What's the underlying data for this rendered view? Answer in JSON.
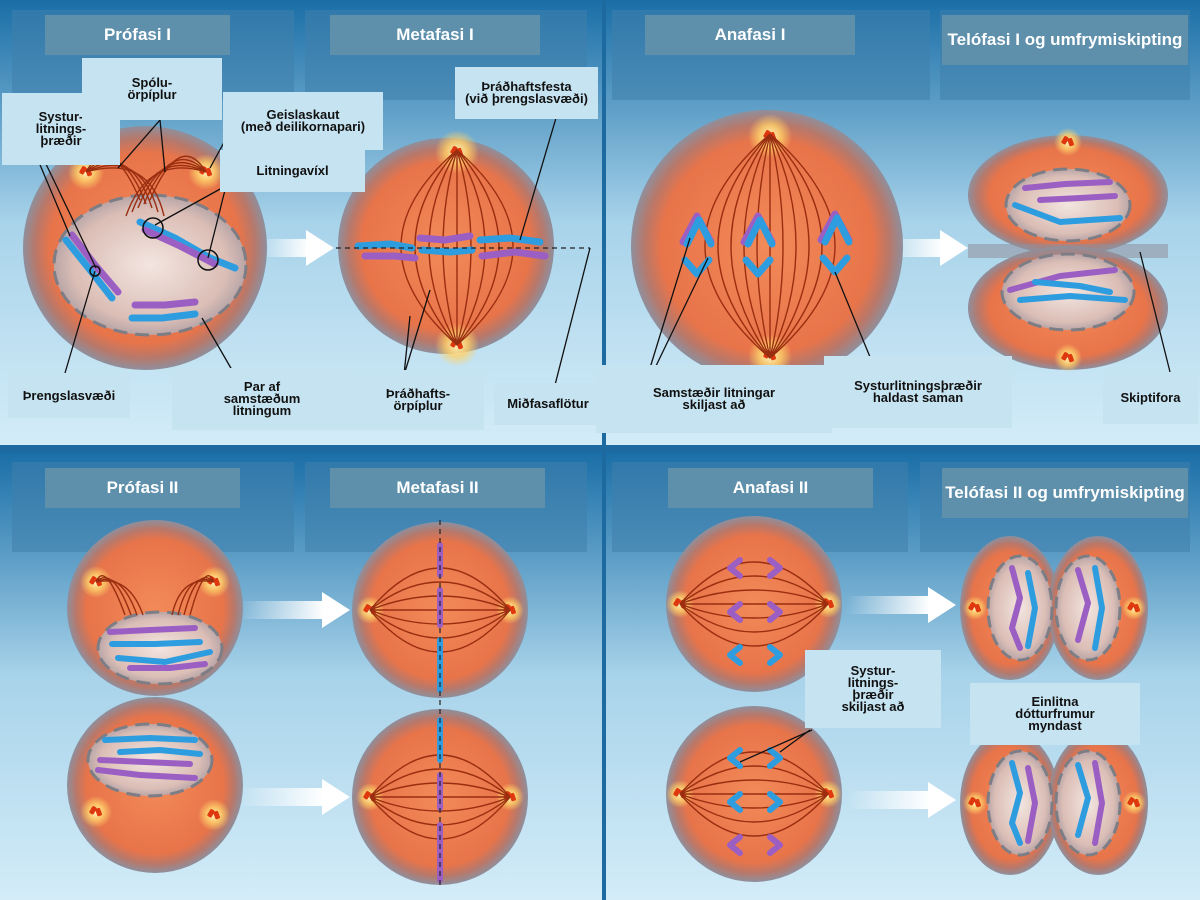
{
  "titles": {
    "profasi1": "Prófasi I",
    "metafasi1": "Metafasi I",
    "anafasi1": "Anafasi I",
    "telofasi1": "Telófasi I\nog umfrymiskipting",
    "profasi2": "Prófasi II",
    "metafasi2": "Metafasi II",
    "anafasi2": "Anafasi II",
    "telofasi2": "Telófasi II\nog umfrymiskipting"
  },
  "labels": {
    "systurlitningsthraedir": "Systur-\nlitnings-\nþræðir",
    "spoluorpiplur": "Spólu-\nörpíplur",
    "geislaskaut": "Geislaskaut\n(með deilikornapari)",
    "litningavixl": "Litningavíxl",
    "thradhaftsfesta": "Þráðhaftsfesta\n(við þrengslasvæði)",
    "threngslasvaedi": "Þrengslasvæði",
    "par_samstaedum": "Par af\nsamstæðum\nlitningum",
    "thradhaftsorpiplur": "Þráðhafts-\nörpíplur",
    "midfasaflotur": "Miðfasaflötur",
    "samstaedir_skiljast": "Samstæðir litningar\nskiljast að",
    "systurlitningsthraedir_haldast": "Systurlitningsþræðir\nhaldast saman",
    "skiptifora": "Skiptifora",
    "systur_skiljast": "Systur-\nlitnings-\nþræðir\nskiljast að",
    "einlitna": "Einlitna\ndótturfrumur\nmyndast"
  },
  "colors": {
    "background_top": "#1a6ea7",
    "background_bottom": "#d3ecf8",
    "panel_title_bg": "#5e8fab",
    "label_bg": "#c6e3f1",
    "cell_orange": "#ec7a4a",
    "nucleus": "#e2c8c0",
    "chromosome_blue": "#2e9de0",
    "chromosome_purple": "#9b5fc4",
    "spindle": "#9a2e10",
    "centrosome": "#ffd26a"
  }
}
